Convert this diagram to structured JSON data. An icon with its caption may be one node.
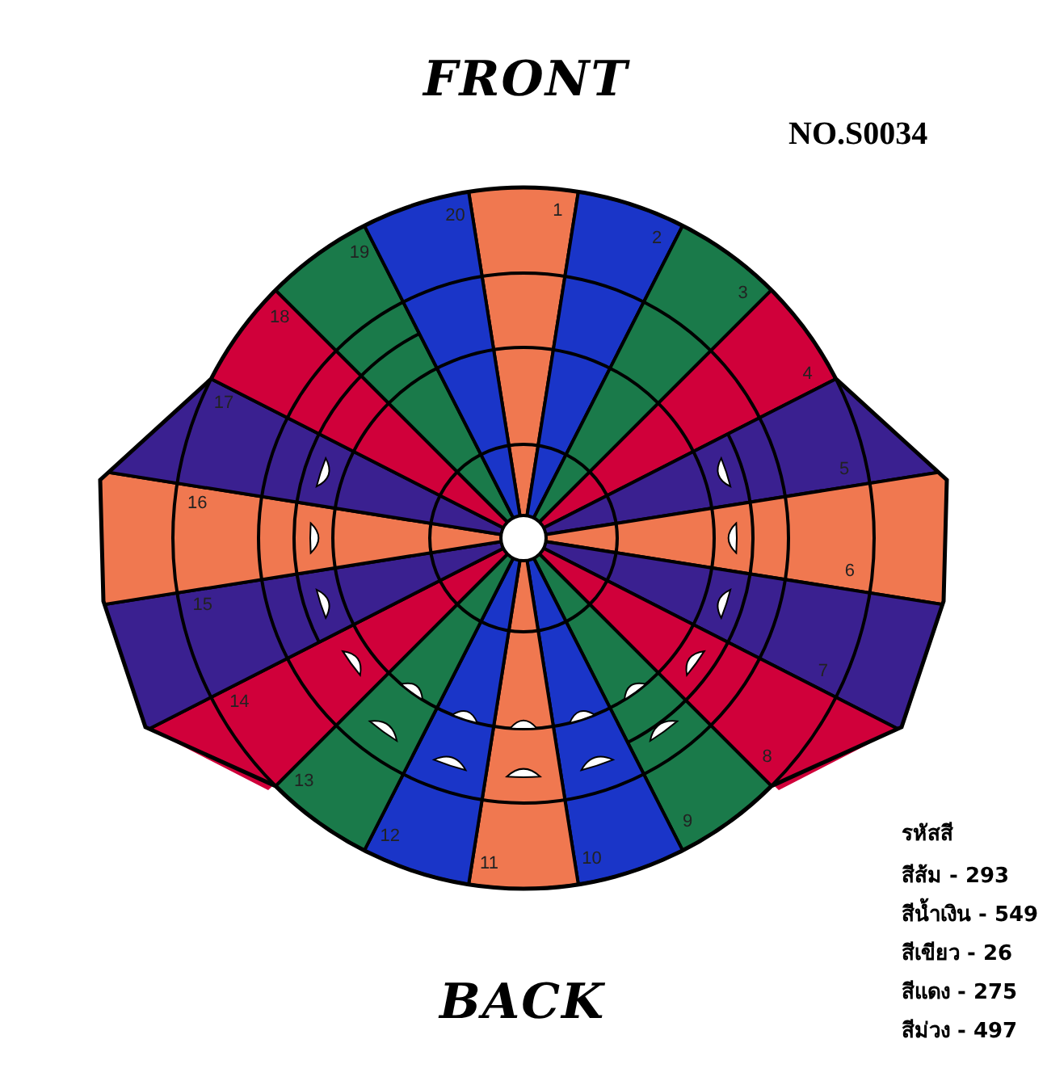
{
  "diagram": {
    "labels": [
      "FRONT",
      "NO.S0034",
      "1",
      "2",
      "3",
      "4",
      "5",
      "6",
      "7",
      "8",
      "9",
      "10",
      "11",
      "12",
      "13",
      "14",
      "15",
      "16",
      "17",
      "18",
      "19",
      "20",
      "รหัสสี",
      "สีส้ม - 293",
      "สีน้ำเงิน - 549",
      "สีเขียว - 26",
      "สีแดง - 275",
      "สีม่วง - 497",
      "BACK"
    ]
  }
}
